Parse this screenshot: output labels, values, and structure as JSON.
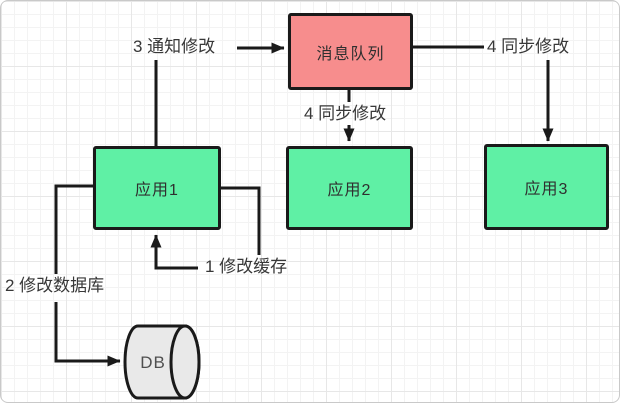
{
  "nodes": {
    "message_queue": {
      "label": "消息队列",
      "fill": "#F78D8D"
    },
    "app1": {
      "label": "应用1",
      "fill": "#5FF0A5"
    },
    "app2": {
      "label": "应用2",
      "fill": "#5FF0A5"
    },
    "app3": {
      "label": "应用3",
      "fill": "#5FF0A5"
    },
    "db": {
      "label": "DB",
      "fill": "#E9E9E9"
    }
  },
  "edges": {
    "app1_to_queue": {
      "label": "3 通知修改"
    },
    "queue_to_app2": {
      "label": "4 同步修改"
    },
    "queue_to_app3": {
      "label": "4 同步修改"
    },
    "app1_self_cache": {
      "label": "1 修改缓存"
    },
    "app1_to_db": {
      "label": "2 修改数据库"
    }
  },
  "colors": {
    "line": "#1A1A1A",
    "node_red": "#F78D8D",
    "node_green": "#5FF0A5",
    "db_gray": "#E9E9E9",
    "grid_minor": "#F3F3F3",
    "grid_major": "#E7E7E7"
  }
}
